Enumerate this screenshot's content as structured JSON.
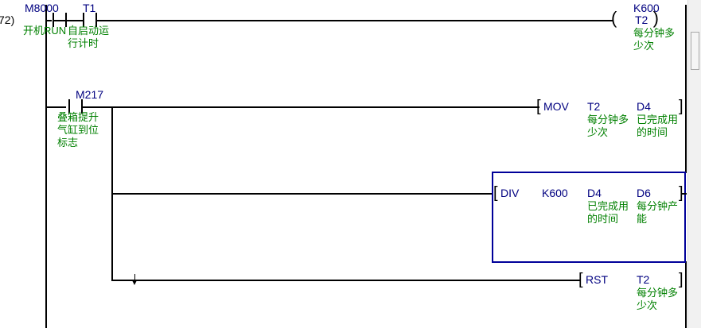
{
  "editor": {
    "type": "plc-ladder-diagram",
    "step_number": "72)",
    "scrollbar": {
      "orientation": "vertical"
    }
  },
  "rungs": [
    {
      "id": "rung-72",
      "elements": {
        "contact_m8000": {
          "device": "M8000",
          "comment": "开机RUN",
          "kind": "no-contact"
        },
        "contact_t1": {
          "device": "T1",
          "comment": "自启动运\n行计时",
          "kind": "no-contact"
        },
        "coil_t2": {
          "device": "T2",
          "preset": "K600",
          "comment": "每分钟多\n少次",
          "kind": "timer-coil"
        }
      }
    },
    {
      "id": "rung-branch",
      "elements": {
        "contact_m217": {
          "device": "M217",
          "comment": "叠箱提升\n气缸到位\n标志",
          "kind": "no-contact"
        },
        "inst_mov": {
          "mnemonic": "MOV",
          "operands": [
            {
              "value": "T2",
              "comment": "每分钟多\n少次"
            },
            {
              "value": "D4",
              "comment": "已完成用\n的时间"
            }
          ]
        },
        "inst_div": {
          "mnemonic": "DIV",
          "selected": true,
          "operands": [
            {
              "value": "K600",
              "comment": ""
            },
            {
              "value": "D4",
              "comment": "已完成用\n的时间"
            },
            {
              "value": "D6",
              "comment": "每分钟产\n能"
            }
          ]
        },
        "inst_rst": {
          "mnemonic": "RST",
          "operands": [
            {
              "value": "T2",
              "comment": "每分钟多\n少次"
            }
          ]
        }
      }
    }
  ],
  "glyphs": {
    "bracket_open": "[",
    "bracket_close": "]",
    "paren_open": "(",
    "paren_close": ")"
  },
  "colors": {
    "device_text": "#000080",
    "comment_text": "#008000",
    "line": "#000000",
    "selection": "#000099"
  }
}
